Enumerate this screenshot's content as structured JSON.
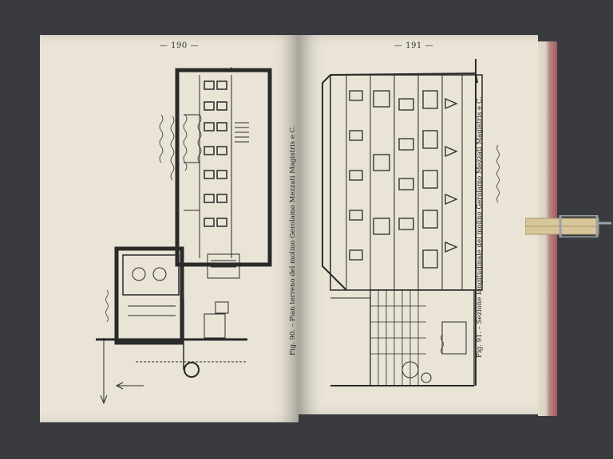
{
  "pages": {
    "left": {
      "number": "— 190 —",
      "caption": "Fig. 90. – Pian terreno del molino Gerolamo Mezzati Magistris e C."
    },
    "right": {
      "number": "— 191 —",
      "caption": "Fig. 91. – Sezione longitudinale del molino Gerolamo Mezzati Magistris e C."
    }
  },
  "colors": {
    "background": "#3a3b3f",
    "paper": "#e9e4d6",
    "ink": "#2a2a2a",
    "clip_wood": "#d8c69b"
  },
  "icons": {
    "clothespin": "clothespin-icon"
  }
}
